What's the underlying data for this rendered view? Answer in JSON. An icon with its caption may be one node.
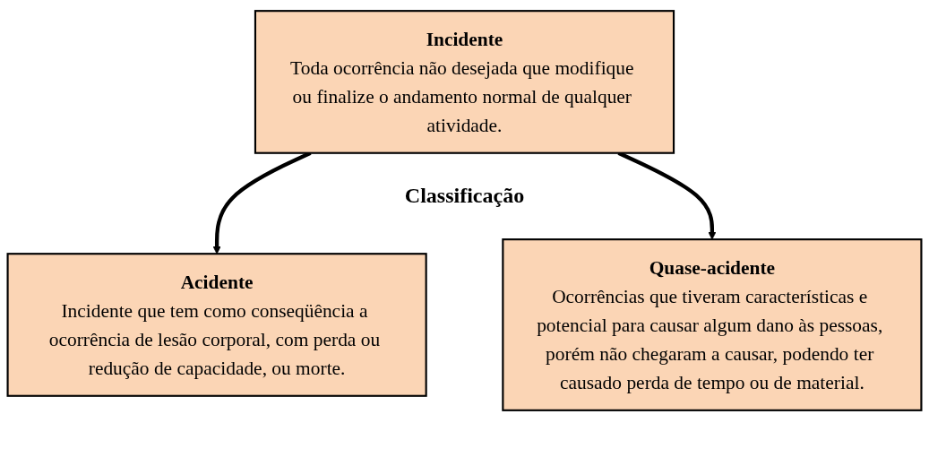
{
  "diagram": {
    "nodes": [
      {
        "text": [
          "Incidente",
          "Toda ocorrência não desejada que modifique ou finalize o andamento normal de qualquer atividade."
        ]
      },
      {
        "text": [
          "Acidente",
          "Incidente que tem como conseqüência a ocorrência de lesão corporal, com perda ou redução de capacidade, ou morte."
        ]
      },
      {
        "text": [
          "Quase-acidente",
          "Ocorrências que tiveram características e potencial para causar algum dano às pessoas, porém não chegaram a causar, podendo ter causado perda de tempo ou de material."
        ]
      }
    ],
    "edges": [
      {
        "from": 0,
        "to": 1,
        "arrow": "to"
      },
      {
        "from": 0,
        "to": 2,
        "arrow": "to"
      }
    ],
    "labels": [
      "Classificação"
    ]
  }
}
